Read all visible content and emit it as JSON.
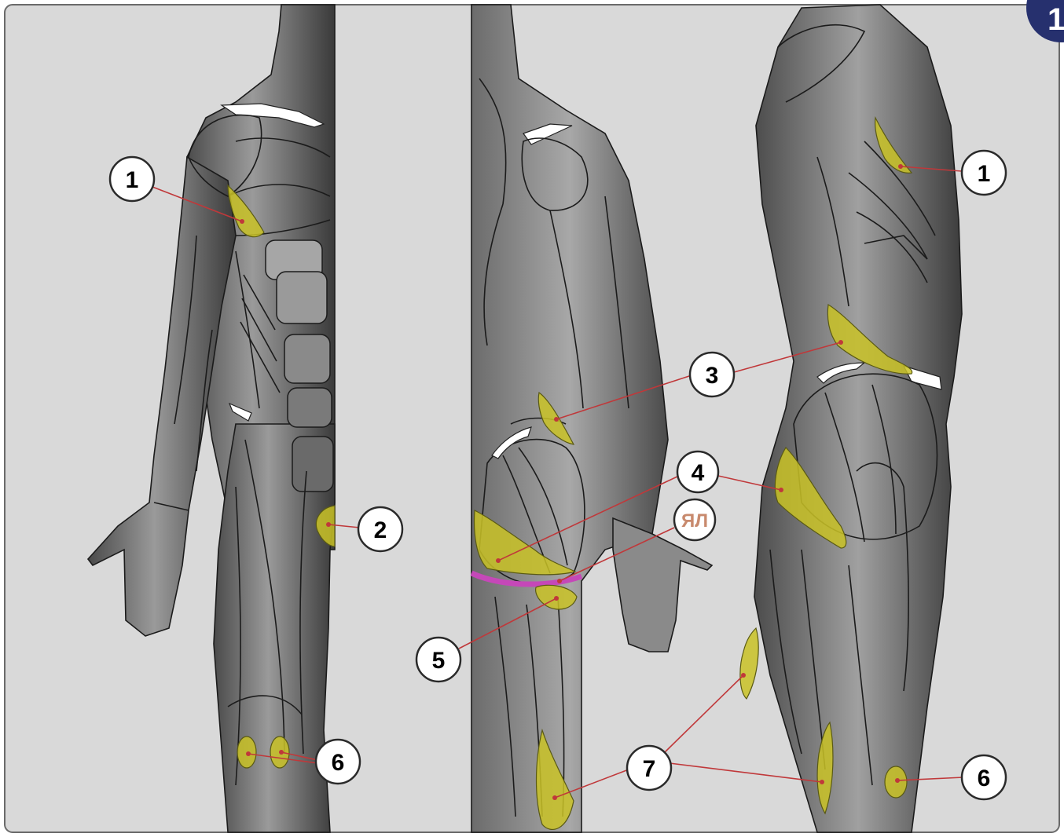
{
  "figure": {
    "background": "#d9d9d9",
    "frame_color": "#6a6a6a",
    "highlight_color": "#c9c226",
    "leader_color": "#c0383a",
    "band_color": "#c548b8",
    "badge_color": "#26306e",
    "badge_text": "1"
  },
  "callouts": [
    {
      "id": "front-1",
      "label": "1"
    },
    {
      "id": "front-2",
      "label": "2"
    },
    {
      "id": "front-6",
      "label": "6"
    },
    {
      "id": "back-3",
      "label": "3"
    },
    {
      "id": "back-4",
      "label": "4"
    },
    {
      "id": "back-yl",
      "label": "ЯЛ"
    },
    {
      "id": "back-5",
      "label": "5"
    },
    {
      "id": "back-7",
      "label": "7"
    },
    {
      "id": "side-1",
      "label": "1"
    },
    {
      "id": "side-6",
      "label": "6"
    }
  ]
}
